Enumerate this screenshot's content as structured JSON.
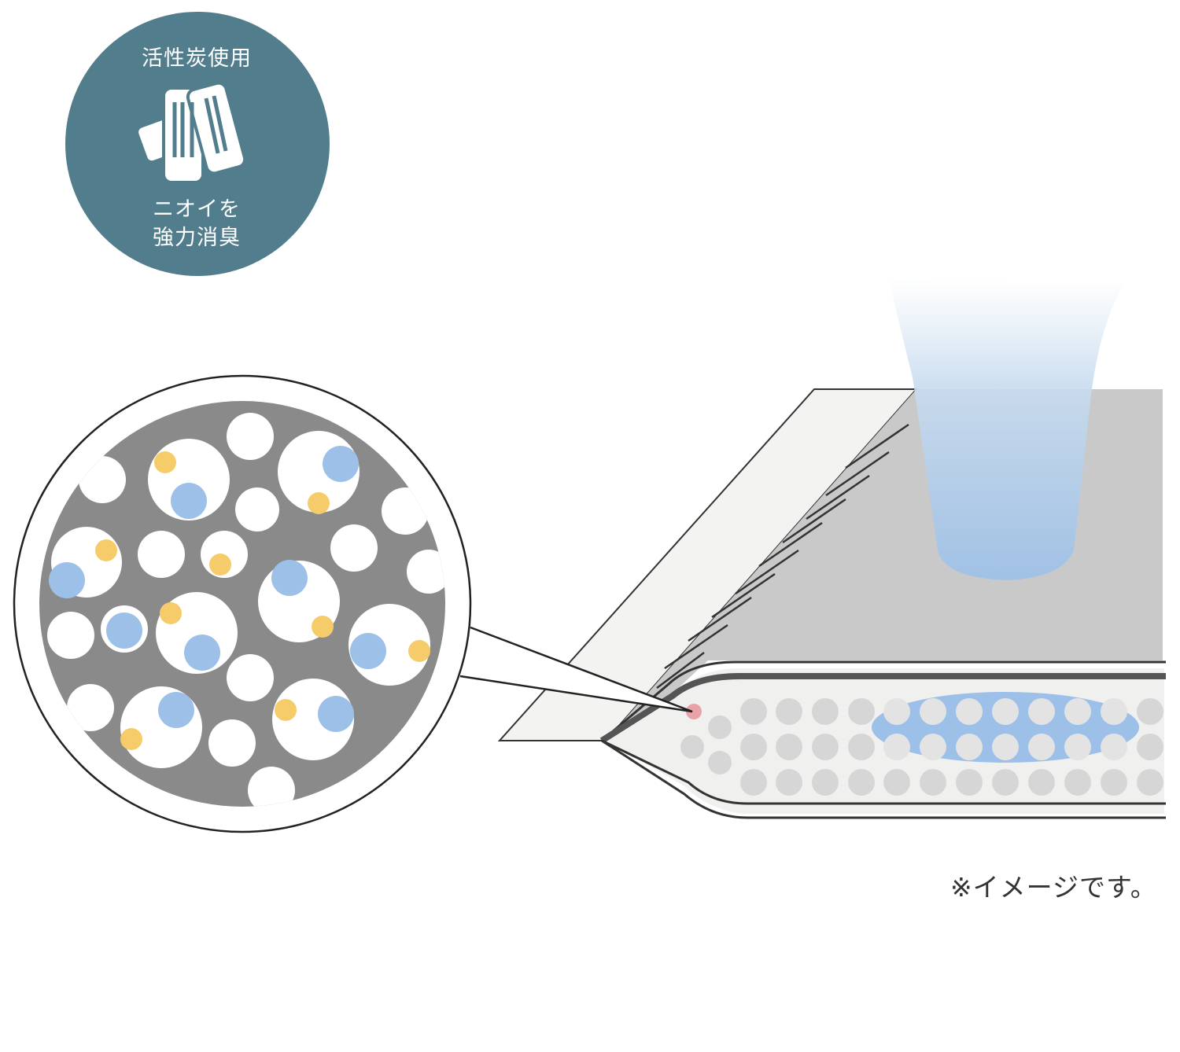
{
  "badge": {
    "title": "活性炭使用",
    "line1": "ニオイを",
    "line2": "強力消臭",
    "color": "#527d8c"
  },
  "caption": "※イメージです。",
  "colors": {
    "pore_gray": "#8a8a8a",
    "blue_particle": "#9cc0e8",
    "yellow_particle": "#f6cc6b",
    "surface_gray": "#c9c9c9",
    "highlight_red": "#e8a3a8"
  }
}
